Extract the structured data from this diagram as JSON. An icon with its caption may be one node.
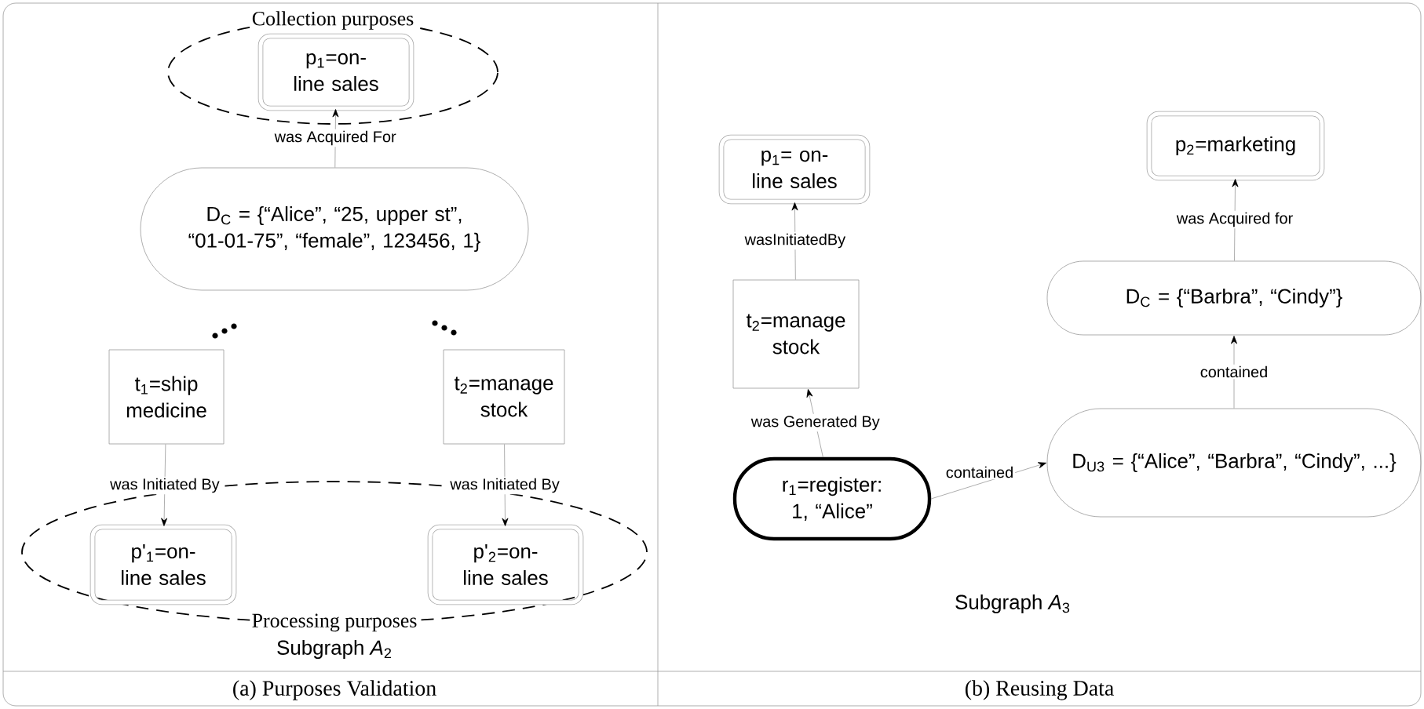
{
  "diagram": {
    "nodes": [
      {
        "text": [
          "Collection purposes"
        ]
      },
      {
        "text": [
          "p$_{1}$=on-line sales"
        ],
        "in": 0
      },
      {
        "text": [
          "D$_{C}$ = {“Alice”, “25, upper st”, “01-01-75”, “female”, 123456, 1}"
        ]
      },
      {
        "text": [
          "t$_{1}$=ship medicine"
        ]
      },
      {
        "text": [
          "t$_{2}$=manage stock"
        ]
      },
      {
        "text": [
          "Processing purposes"
        ]
      },
      {
        "text": [
          "p'$_{1}$=on-line sales"
        ],
        "in": 5
      },
      {
        "text": [
          "p'$_{2}$=on-line sales"
        ],
        "in": 5
      },
      {
        "text": [
          "p$_{1}$= on-line sales"
        ]
      },
      {
        "text": [
          "t$_{2}$=manage stock"
        ]
      },
      {
        "text": [
          "r$_{1}$=register: 1, “Alice”"
        ]
      },
      {
        "text": [
          "p$_{2}$=marketing"
        ]
      },
      {
        "text": [
          "D$_{C}$ = {“Barbra”, “Cindy”}"
        ]
      },
      {
        "text": [
          "D$_{U3}$ = {“Alice”, “Barbra”, “Cindy”, ...}"
        ]
      }
    ],
    "edges": [
      {
        "from": 2,
        "to": 1,
        "arrow": "to",
        "label": "was Acquired For"
      },
      {
        "from": 3,
        "to": 6,
        "arrow": "to",
        "label": "was Initiated By"
      },
      {
        "from": 4,
        "to": 7,
        "arrow": "to",
        "label": "was Initiated By"
      },
      {
        "from": 9,
        "to": 8,
        "arrow": "to",
        "label": "wasInitiatedBy"
      },
      {
        "from": 10,
        "to": 9,
        "arrow": "to",
        "label": "was Generated By"
      },
      {
        "from": 10,
        "to": 13,
        "arrow": "to",
        "label": "contained"
      },
      {
        "from": 13,
        "to": 12,
        "arrow": "to",
        "label": "contained"
      },
      {
        "from": 12,
        "to": 11,
        "arrow": "to",
        "label": "was Acquired for"
      }
    ],
    "labels": [
      "Subgraph *A*$_{2}$",
      "(a) Purposes Validation",
      "Subgraph *A*$_{3}$",
      "(b) Reusing Data"
    ]
  }
}
